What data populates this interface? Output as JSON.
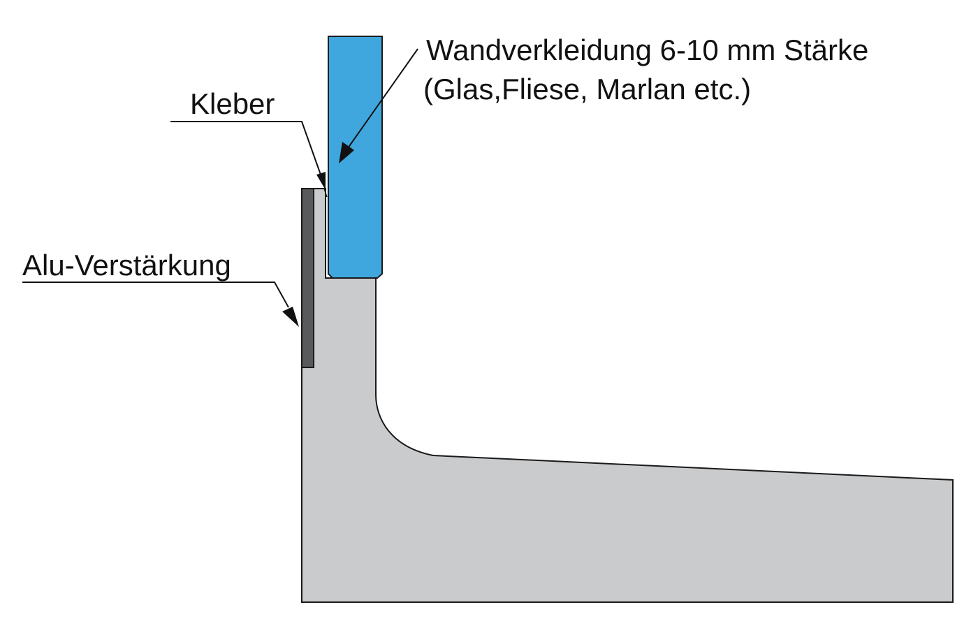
{
  "labels": {
    "wall_cladding_line1": "Wandverkleidung 6-10 mm Stärke",
    "wall_cladding_line2": "(Glas,Fliese, Marlan etc.)",
    "adhesive": "Kleber",
    "alu_reinforcement": "Alu-Verstärkung"
  },
  "colors": {
    "cladding": "#3fa7de",
    "tray": "#cacbcd",
    "reinforcement": "#595a5c",
    "outline": "#1a1a1a"
  }
}
